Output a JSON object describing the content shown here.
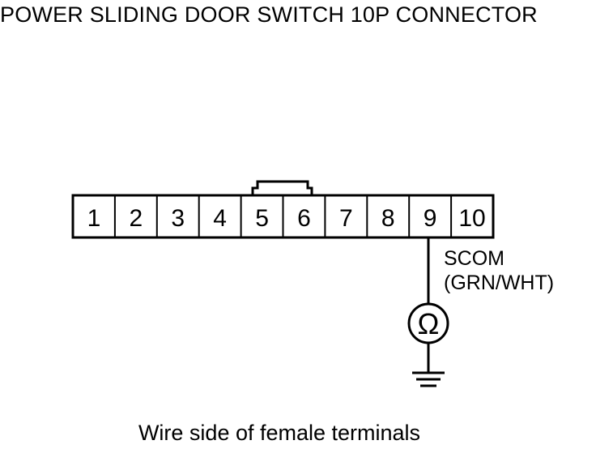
{
  "title": "POWER SLIDING DOOR SWITCH 10P CONNECTOR",
  "connector": {
    "pins": [
      "1",
      "2",
      "3",
      "4",
      "5",
      "6",
      "7",
      "8",
      "9",
      "10"
    ],
    "wire_pin": "9"
  },
  "wire": {
    "signal": "SCOM",
    "color": "(GRN/WHT)"
  },
  "meter_symbol": "Ω",
  "caption": "Wire side of female terminals",
  "icons": {
    "meter": "ohmmeter-icon",
    "ground": "ground-icon"
  }
}
